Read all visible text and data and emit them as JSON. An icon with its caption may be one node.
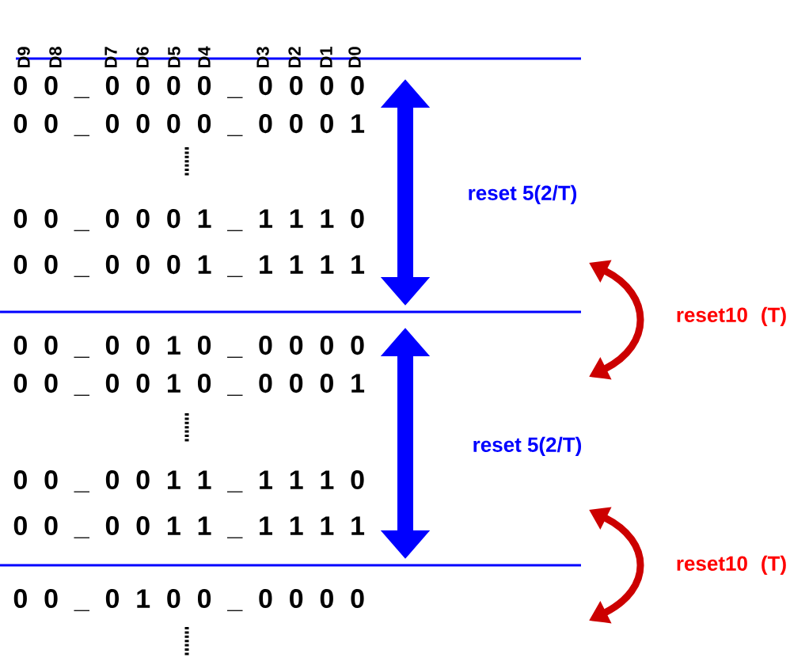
{
  "diagram": {
    "labels": [
      "D9",
      "D8",
      "D7",
      "D6",
      "D5",
      "D4",
      "D3",
      "D2",
      "D1",
      "D0",
      "0 0 _ 0 0 0 0 _ 0 0 0 0",
      "0 0 _ 0 0 0 0 _ 0 0 0 1",
      "reset 5(2/T)",
      "0 0 _ 0 0 0 1 _ 1 1 1 0",
      "0 0 _ 0 0 0 1 _ 1 1 1 1",
      "reset10  (T)",
      "0 0 _ 0 0 1 0 _ 0 0 0 0",
      "0 0 _ 0 0 1 0 _ 0 0 0 1",
      "reset 5(2/T)",
      "0 0 _ 0 0 1 1 _ 1 1 1 0",
      "0 0 _ 0 0 1 1 _ 1 1 1 1",
      "reset10  (T)",
      "0 0 _ 0 1 0 0 _ 0 0 0 0"
    ]
  }
}
